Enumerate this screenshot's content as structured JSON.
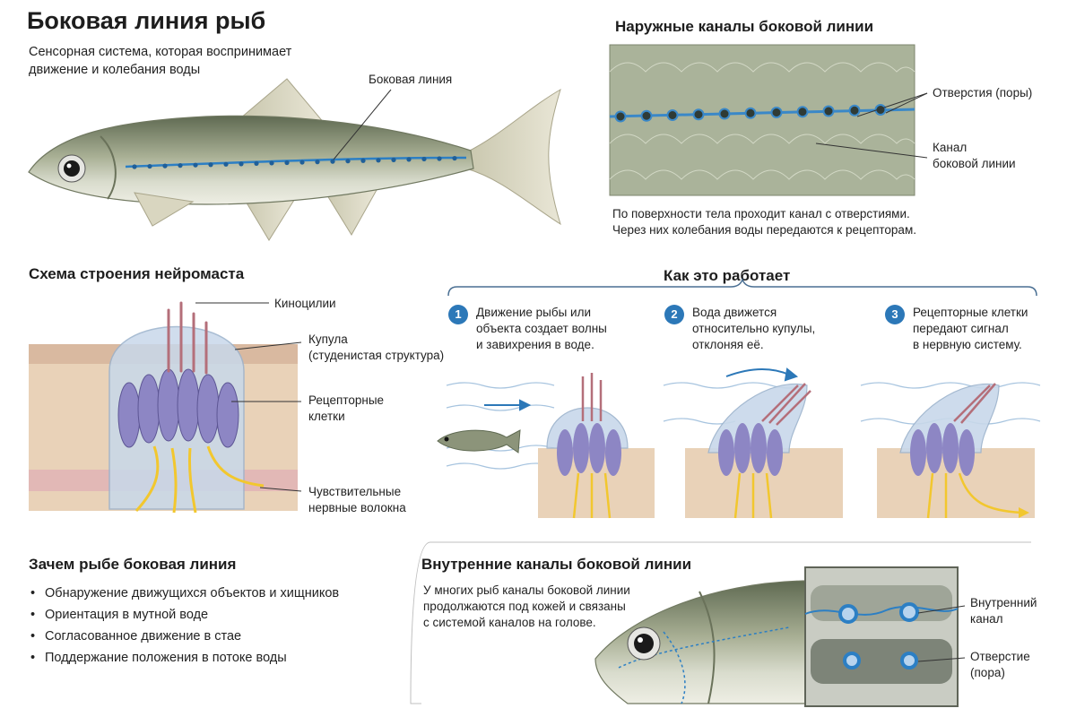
{
  "header": {
    "title": "Боковая линия рыб",
    "subtitle_line1": "Сенсорная система, которая воспринимает",
    "subtitle_line2": "движение и колебания воды",
    "lateral_line_label": "Боковая линия"
  },
  "outer_canals": {
    "title": "Наружные каналы боковой линии",
    "label_pores": "Отверстия (поры)",
    "label_canal_line1": "Канал",
    "label_canal_line2": "боковой линии",
    "caption_line1": "По поверхности тела проходит канал с отверстиями.",
    "caption_line2": "Через них колебания воды передаются к рецепторам."
  },
  "neuromast": {
    "title": "Схема строения нейромаста",
    "label_kinocilia": "Киноцилии",
    "label_cupula_line1": "Купула",
    "label_cupula_line2": "(студенистая структура)",
    "label_receptors_line1": "Рецепторные",
    "label_receptors_line2": "клетки",
    "label_nerves_line1": "Чувствительные",
    "label_nerves_line2": "нервные волокна"
  },
  "how_it_works": {
    "title": "Как это работает",
    "steps": [
      {
        "num": "1",
        "line1": "Движение рыбы или",
        "line2": "объекта создает волны",
        "line3": "и завихрения в воде."
      },
      {
        "num": "2",
        "line1": "Вода движется",
        "line2": "относительно купулы,",
        "line3": "отклоняя её."
      },
      {
        "num": "3",
        "line1": "Рецепторные клетки",
        "line2": "передают сигнал",
        "line3": "в нервную систему."
      }
    ]
  },
  "why": {
    "title": "Зачем рыбе боковая линия",
    "items": [
      "Обнаружение движущихся объектов и хищников",
      "Ориентация в мутной воде",
      "Согласованное движение в стае",
      "Поддержание положения в потоке воды"
    ]
  },
  "inner_canals": {
    "title": "Внутренние каналы боковой линии",
    "caption_line1": "У многих рыб каналы боковой линии",
    "caption_line2": "продолжаются под кожей и связаны",
    "caption_line3": "с системой каналов на голове.",
    "label_inner_line1": "Внутренний",
    "label_inner_line2": "канал",
    "label_pore_line1": "Отверстие",
    "label_pore_line2": "(пора)"
  },
  "colors": {
    "accent_blue": "#2c78b8",
    "fish_body": "#9aa487",
    "cupula": "#c8d8ea",
    "receptor_cell": "#8d86c4",
    "nerve": "#f2c72e",
    "tissue": "#e9d2b8"
  }
}
